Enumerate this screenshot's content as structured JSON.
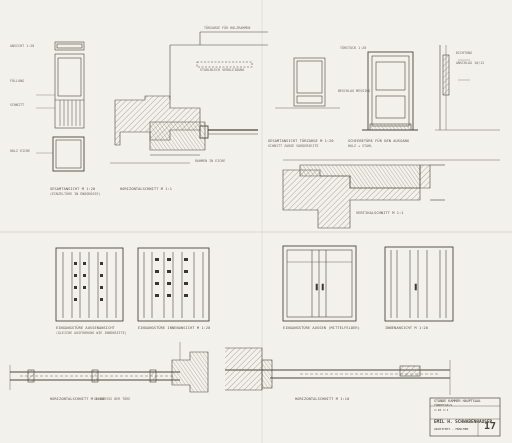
{
  "title_block": {
    "line1": "STÄNDE KAMMER HAUPTSAAL",
    "line2": "TÜRDETAILS",
    "line3": "1:10 1:1",
    "firm": "EMIL H. SCHWABENHAUSER",
    "firm_sub": "ARCHITEKT · MÜNCHEN",
    "sheet_no": "17"
  },
  "labels": {
    "left_small_1": "ANSICHT 1:20",
    "left_small_2": "FÜLLUNG",
    "left_small_3": "SCHNITT",
    "left_small_4": "HOLZ EICHE",
    "left_elevation": "GESAMTANSICHT M 1:20",
    "left_elevation_sub": "(EINZELTÜRE IN ENDGRÖSSE)",
    "detail_top": "HORIZONTALSCHNITT M 1:1",
    "top_header": "TÜRZARGE FÜR HOLZRAHMEN",
    "top_note": "STAHLBLECH VERKLEIDUNG",
    "mid_ann": "RAHMEN IN EICHE",
    "center_caption": "GESAMTANSICHT TÜRZARGE M 1:20",
    "center_caption_sub": "SCHNITT ZARGE VORDERSEITE",
    "right_top_1": "TÜRSTOCK 1:20",
    "right_top_2": "BESCHLAG MESSING",
    "right_caption": "SCHIEBETÜRE FÜR DEN AUSGANG",
    "right_caption_sub": "HOLZ + STAHL",
    "right_note_1": "DICHTUNG",
    "right_note_2": "ANSCHLAG 10/12",
    "mid_detail": "VERTIKALSCHNITT M 1:1",
    "bottom_label_1": "EINGANGSTÜRE AUSSENANSICHT",
    "bottom_label_1_sub": "(GLEICHE AUSFÜHRUNG WIE INNENSEITE)",
    "bottom_label_2": "EINGANGSTÜRE INNENANSICHT M 1:20",
    "bottom_label_3": "EINGANGSTÜRE AUSSEN (MITTELFELDER)",
    "bottom_label_4": "INNENANSICHT M 1:20",
    "section_1": "HORIZONTALSCHNITT M 1:10",
    "section_1_sub": "GRUNDRISS DER TÜRE",
    "section_2": "HORIZONTALSCHNITT M 1:10"
  }
}
